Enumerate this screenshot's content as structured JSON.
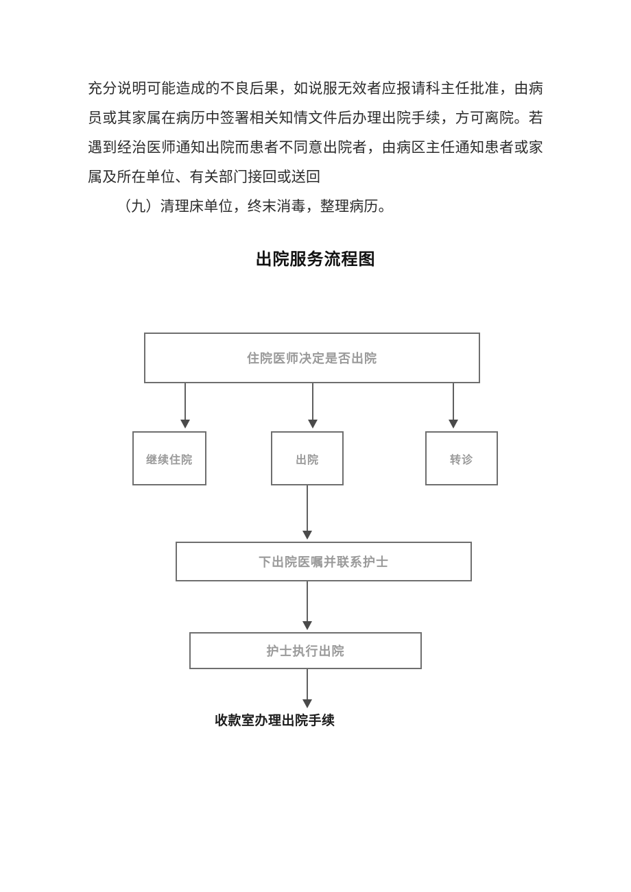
{
  "document": {
    "paragraphs": [
      "充分说明可能造成的不良后果，如说服无效者应报请科主任批准，由病员或其家属在病历中签署相关知情文件后办理出院手续，方可离院。若遇到经治医师通知出院而患者不同意出院者，由病区主任通知患者或家属及所在单位、有关部门接回或送回",
      "（九）清理床单位，终末消毒，整理病历。"
    ],
    "section_title": "出院服务流程图"
  },
  "flowchart": {
    "nodes": {
      "decision": "住院医师决定是否出院",
      "continue_stay": "继续住院",
      "discharge": "出院",
      "referral": "转诊",
      "doctor_order": "下出院医嘱并联系护士",
      "nurse_execute": "护士执行出院",
      "cashier": "收款室办理出院手续"
    },
    "colors": {
      "node_border": "#6e6e6e",
      "node_text": "#9a9a9a",
      "connector": "#5f5f5f",
      "arrowhead": "#4a4a4a",
      "final_label_text": "#1c1c1c"
    }
  }
}
